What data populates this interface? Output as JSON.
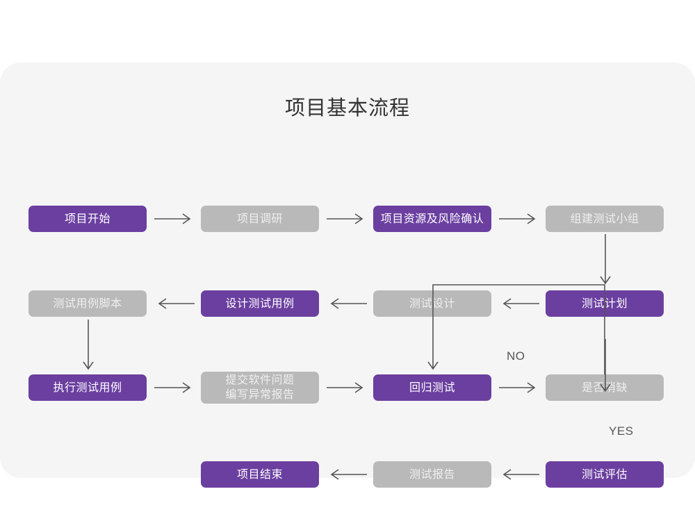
{
  "title": "项目基本流程",
  "colors": {
    "accent_purple": "#6b3fa0",
    "muted_gray": "#b9b9b9",
    "card_background": "#f5f5f5",
    "page_background": "#ffffff",
    "arrow": "#555555",
    "title_text": "#333333"
  },
  "nodes": [
    {
      "id": "n1",
      "label": "项目开始",
      "style": "purple",
      "row": 1,
      "col": 1
    },
    {
      "id": "n2",
      "label": "项目调研",
      "style": "gray",
      "row": 1,
      "col": 2
    },
    {
      "id": "n3",
      "label": "项目资源及风险确认",
      "style": "purple",
      "row": 1,
      "col": 3
    },
    {
      "id": "n4",
      "label": "组建测试小组",
      "style": "gray",
      "row": 1,
      "col": 4
    },
    {
      "id": "n5",
      "label": "测试用例脚本",
      "style": "gray",
      "row": 2,
      "col": 1
    },
    {
      "id": "n6",
      "label": "设计测试用例",
      "style": "purple",
      "row": 2,
      "col": 2
    },
    {
      "id": "n7",
      "label": "测试设计",
      "style": "gray",
      "row": 2,
      "col": 3
    },
    {
      "id": "n8",
      "label": "测试计划",
      "style": "purple",
      "row": 2,
      "col": 4
    },
    {
      "id": "n9",
      "label": "执行测试用例",
      "style": "purple",
      "row": 3,
      "col": 1
    },
    {
      "id": "n10",
      "label": "提交软件问题\n编写异常报告",
      "style": "gray",
      "row": 3,
      "col": 2
    },
    {
      "id": "n11",
      "label": "回归测试",
      "style": "purple",
      "row": 3,
      "col": 3
    },
    {
      "id": "n12",
      "label": "是否消缺",
      "style": "gray",
      "row": 3,
      "col": 4
    },
    {
      "id": "n13",
      "label": "项目结束",
      "style": "purple",
      "row": 4,
      "col": 2
    },
    {
      "id": "n14",
      "label": "测试报告",
      "style": "gray",
      "row": 4,
      "col": 3
    },
    {
      "id": "n15",
      "label": "测试评估",
      "style": "purple",
      "row": 4,
      "col": 4
    }
  ],
  "edge_labels": {
    "no": "NO",
    "yes": "YES"
  },
  "edges": [
    {
      "from": "n1",
      "to": "n2",
      "direction": "right"
    },
    {
      "from": "n2",
      "to": "n3",
      "direction": "right"
    },
    {
      "from": "n3",
      "to": "n4",
      "direction": "right"
    },
    {
      "from": "n4",
      "to": "n8",
      "direction": "down"
    },
    {
      "from": "n8",
      "to": "n7",
      "direction": "left"
    },
    {
      "from": "n7",
      "to": "n6",
      "direction": "left"
    },
    {
      "from": "n6",
      "to": "n5",
      "direction": "left"
    },
    {
      "from": "n5",
      "to": "n9",
      "direction": "down"
    },
    {
      "from": "n9",
      "to": "n10",
      "direction": "right"
    },
    {
      "from": "n10",
      "to": "n11",
      "direction": "right"
    },
    {
      "from": "n11",
      "to": "n12",
      "direction": "right"
    },
    {
      "from": "n12",
      "to": "n11",
      "direction": "loop-up-left-down",
      "label": "NO"
    },
    {
      "from": "n12",
      "to": "n15",
      "direction": "down",
      "label": "YES"
    },
    {
      "from": "n15",
      "to": "n14",
      "direction": "left"
    },
    {
      "from": "n14",
      "to": "n13",
      "direction": "left"
    }
  ]
}
